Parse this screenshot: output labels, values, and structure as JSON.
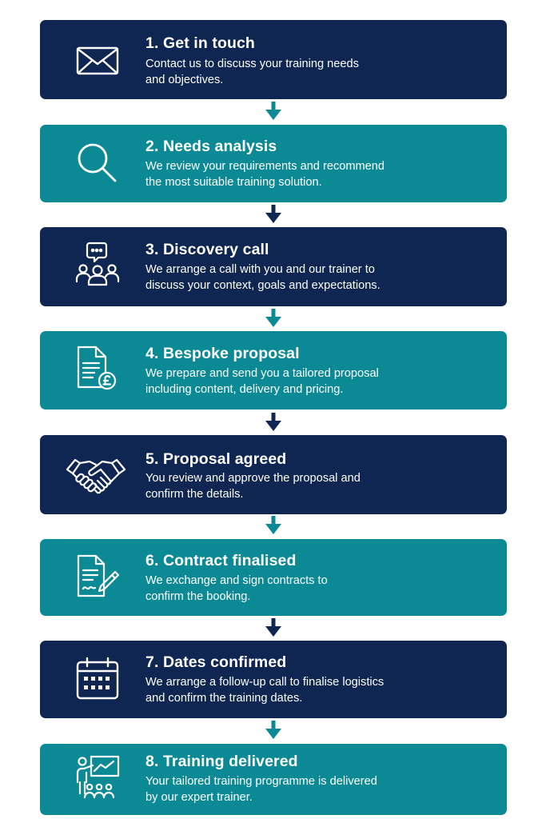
{
  "colors": {
    "navy": "#0f2652",
    "teal": "#0b8a96",
    "white": "#ffffff"
  },
  "steps": [
    {
      "title": "1. Get in touch",
      "line1": "Contact us to discuss your training needs",
      "line2": "and objectives.",
      "icon": "envelope-icon",
      "theme": "navy"
    },
    {
      "title": "2. Needs analysis",
      "line1": "We review your requirements and recommend",
      "line2": "the most suitable training solution.",
      "icon": "magnifier-icon",
      "theme": "teal"
    },
    {
      "title": "3. Discovery call",
      "line1": "We arrange a call with you and our trainer to",
      "line2": "discuss your context, goals and expectations.",
      "icon": "group-chat-icon",
      "theme": "navy"
    },
    {
      "title": "4. Bespoke proposal",
      "line1": "We prepare and send you a tailored proposal",
      "line2": "including content, delivery and pricing.",
      "icon": "document-pound-icon",
      "theme": "teal"
    },
    {
      "title": "5. Proposal agreed",
      "line1": "You review and approve the proposal and",
      "line2": "confirm the details.",
      "icon": "handshake-icon",
      "theme": "navy"
    },
    {
      "title": "6. Contract finalised",
      "line1": "We exchange and sign contracts to",
      "line2": "confirm the booking.",
      "icon": "contract-pen-icon",
      "theme": "teal"
    },
    {
      "title": "7. Dates confirmed",
      "line1": "We arrange a follow-up call to finalise logistics",
      "line2": "and confirm the training dates.",
      "icon": "calendar-icon",
      "theme": "navy"
    },
    {
      "title": "8. Training delivered",
      "line1": "Your tailored training programme is delivered",
      "line2": "by our expert trainer.",
      "icon": "trainer-presentation-icon",
      "theme": "teal"
    }
  ]
}
